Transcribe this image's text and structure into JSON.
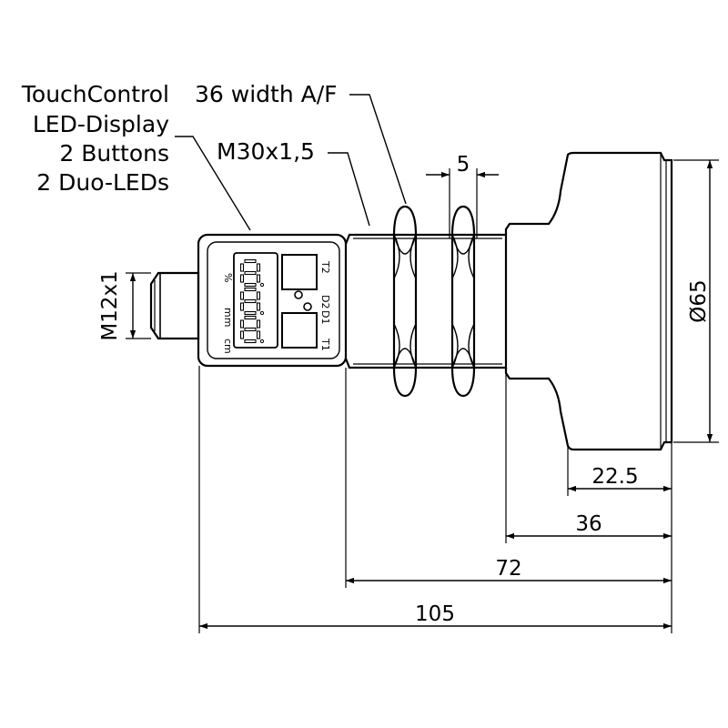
{
  "callouts": {
    "touch_control": [
      "TouchControl",
      "LED-Display",
      "2 Buttons",
      "2 Duo-LEDs"
    ],
    "width_af": "36 width A/F",
    "thread": "M30x1,5",
    "connector": "M12x1"
  },
  "panel": {
    "unit_labels": [
      "cm",
      "mm",
      "%"
    ],
    "led_labels": [
      "T1",
      "D1",
      "D2",
      "T2"
    ]
  },
  "dimensions": {
    "nut_gap": "5",
    "diameter": "Ø65",
    "d_22_5": "22.5",
    "d_36": "36",
    "d_72": "72",
    "d_105": "105"
  },
  "colors": {
    "stroke": "#000000",
    "background": "#ffffff"
  }
}
